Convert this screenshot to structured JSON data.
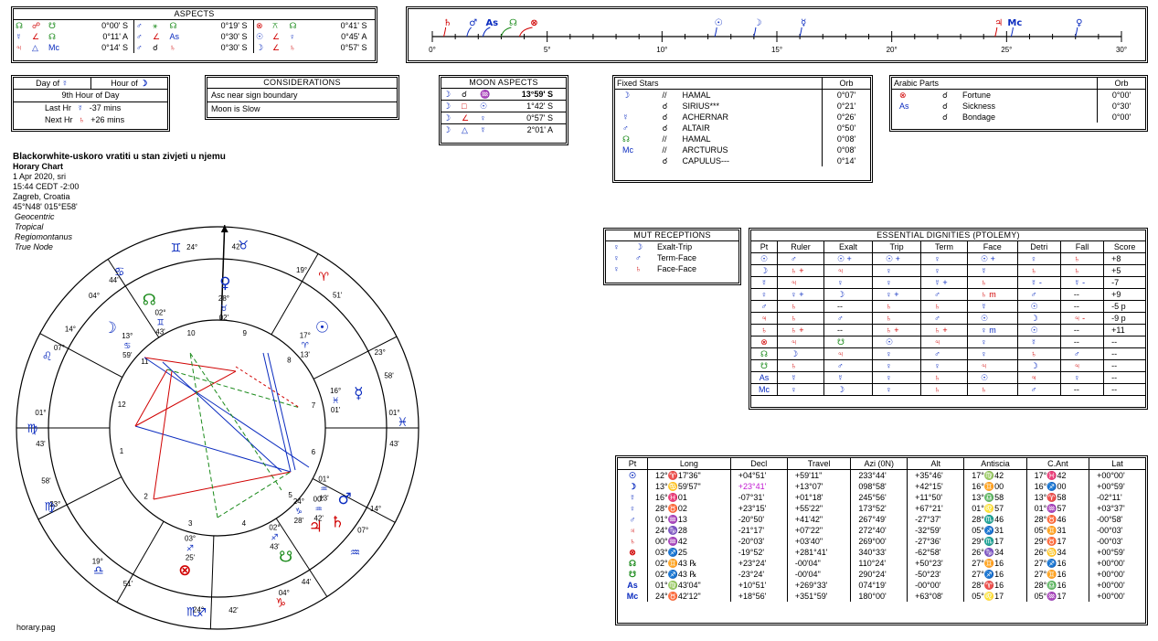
{
  "aspects": {
    "title": "ASPECTS",
    "cols": [
      [
        {
          "p1": "☊",
          "p1c": "g",
          "asp": "☍",
          "ac": "r",
          "p2": "☋",
          "p2c": "g",
          "val": "0°00' S"
        },
        {
          "p1": "☿",
          "p1c": "b",
          "asp": "∠",
          "ac": "r",
          "p2": "☊",
          "p2c": "g",
          "val": "0°11' A"
        },
        {
          "p1": "♃",
          "p1c": "r",
          "asp": "△",
          "ac": "b",
          "p2": "Mc",
          "p2c": "b",
          "val": "0°14' S"
        }
      ],
      [
        {
          "p1": "♂",
          "p1c": "b",
          "asp": "⚹",
          "ac": "g",
          "p2": "☊",
          "p2c": "g",
          "val": "0°19' S"
        },
        {
          "p1": "♂",
          "p1c": "b",
          "asp": "∠",
          "ac": "r",
          "p2": "As",
          "p2c": "b",
          "val": "0°30' S"
        },
        {
          "p1": "♂",
          "p1c": "b",
          "asp": "☌",
          "ac": "k",
          "p2": "♄",
          "p2c": "r",
          "val": "0°30' S"
        }
      ],
      [
        {
          "p1": "⊗",
          "p1c": "r",
          "asp": "⚻",
          "ac": "g",
          "p2": "☊",
          "p2c": "g",
          "val": "0°41' S"
        },
        {
          "p1": "☉",
          "p1c": "b",
          "asp": "∠",
          "ac": "r",
          "p2": "♀",
          "p2c": "b",
          "val": "0°45' A"
        },
        {
          "p1": "☽",
          "p1c": "b",
          "asp": "∠",
          "ac": "r",
          "p2": "♄",
          "p2c": "r",
          "val": "0°57' S"
        }
      ]
    ]
  },
  "timeline": {
    "ticks": [
      "0°",
      "5°",
      "10°",
      "15°",
      "20°",
      "25°",
      "30°"
    ],
    "markers": [
      {
        "g": "♄",
        "c": "r",
        "deg": 0.5
      },
      {
        "g": "♂",
        "c": "b",
        "deg": 1.5
      },
      {
        "g": "As",
        "c": "b",
        "deg": 2.2
      },
      {
        "g": "☊",
        "c": "g",
        "deg": 3.0
      },
      {
        "g": "⊗",
        "c": "r",
        "deg": 3.8
      },
      {
        "g": "☉",
        "c": "b",
        "deg": 12.3
      },
      {
        "g": "☽",
        "c": "b",
        "deg": 14.0
      },
      {
        "g": "☿",
        "c": "b",
        "deg": 16.0
      },
      {
        "g": "♃",
        "c": "r",
        "deg": 24.5
      },
      {
        "g": "Mc",
        "c": "b",
        "deg": 25.2
      },
      {
        "g": "♀",
        "c": "b",
        "deg": 28.0
      }
    ]
  },
  "dayhour": {
    "day_label": "Day of",
    "day_planet": "☿",
    "hour_label": "Hour of",
    "hour_planet": "☽",
    "hour_text": "9th Hour of Day",
    "last_label": "Last Hr",
    "last_planet": "☿",
    "last_val": "-37 mins",
    "next_label": "Next Hr",
    "next_planet": "♄",
    "next_val": "+26 mins"
  },
  "considerations": {
    "title": "CONSIDERATIONS",
    "items": [
      "Asc near sign boundary",
      "Moon is Slow"
    ]
  },
  "moon_aspects": {
    "title": "MOON ASPECTS",
    "rows": [
      {
        "p1": "☽",
        "asp": "☌",
        "ac": "k",
        "p2": "♒",
        "p2c": "b",
        "val": "13°59' S",
        "bold": true
      },
      {
        "p1": "☽",
        "asp": "□",
        "ac": "r",
        "p2": "☉",
        "p2c": "b",
        "val": "1°42' S"
      },
      {
        "p1": "☽",
        "asp": "∠",
        "ac": "r",
        "p2": "♀",
        "p2c": "b",
        "val": "0°57' S"
      },
      {
        "p1": "☽",
        "asp": "△",
        "ac": "b",
        "p2": "☿",
        "p2c": "b",
        "val": "2°01' A"
      }
    ]
  },
  "fixed_stars": {
    "title": "Fixed Stars",
    "orb_label": "Orb",
    "rows": [
      {
        "p": "☽",
        "pc": "b",
        "asp": "//",
        "name": "HAMAL",
        "orb": "0°07'"
      },
      {
        "p": "",
        "pc": "b",
        "asp": "☌",
        "name": "SIRIUS***",
        "orb": "0°21'"
      },
      {
        "p": "☿",
        "pc": "b",
        "asp": "☌",
        "name": "ACHERNAR",
        "orb": "0°26'"
      },
      {
        "p": "♂",
        "pc": "b",
        "asp": "☌",
        "name": "ALTAIR",
        "orb": "0°50'"
      },
      {
        "p": "☊",
        "pc": "g",
        "asp": "//",
        "name": "HAMAL",
        "orb": "0°08'"
      },
      {
        "p": "Mc",
        "pc": "b",
        "asp": "//",
        "name": "ARCTURUS",
        "orb": "0°08'"
      },
      {
        "p": "",
        "pc": "b",
        "asp": "☌",
        "name": "CAPULUS---",
        "orb": "0°14'"
      }
    ]
  },
  "arabic_parts": {
    "title": "Arabic Parts",
    "orb_label": "Orb",
    "rows": [
      {
        "p": "⊗",
        "pc": "r",
        "asp": "☌",
        "name": "Fortune",
        "orb": "0°00'"
      },
      {
        "p": "As",
        "pc": "b",
        "asp": "☌",
        "name": "Sickness",
        "orb": "0°30'"
      },
      {
        "p": "",
        "pc": "b",
        "asp": "☌",
        "name": "Bondage",
        "orb": "0°00'"
      }
    ]
  },
  "chart_info": {
    "title": "Blackorwhite-uskoro vratiti u stan zivjeti u njemu",
    "subtitle": "Horary Chart",
    "date": "1 Apr 2020, sri",
    "time": "15:44  CEDT -2:00",
    "place": "Zagreb, Croatia",
    "coords": "45°N48' 015°E58'",
    "opts": [
      "Geocentric",
      "Tropical",
      "Regiomontanus",
      "True Node"
    ]
  },
  "mut_receptions": {
    "title": "MUT RECEPTIONS",
    "rows": [
      {
        "p1": "♀",
        "p2": "☽",
        "p2c": "b",
        "label": "Exalt-Trip"
      },
      {
        "p1": "♀",
        "p2": "♂",
        "p2c": "b",
        "label": "Term-Face"
      },
      {
        "p1": "♀",
        "p2": "♄",
        "p2c": "r",
        "label": "Face-Face"
      }
    ]
  },
  "dignities": {
    "title": "ESSENTIAL DIGNITIES (PTOLEMY)",
    "headers": [
      "Pt",
      "Ruler",
      "Exalt",
      "Trip",
      "Term",
      "Face",
      "Detri",
      "Fall",
      "Score"
    ],
    "rows": [
      [
        [
          "☉",
          "b"
        ],
        [
          "♂",
          "b"
        ],
        [
          "☉ +",
          "b"
        ],
        [
          "☉ +",
          "b"
        ],
        [
          "♀",
          "b"
        ],
        [
          "☉ +",
          "b"
        ],
        [
          "♀",
          "b"
        ],
        [
          "♄",
          "r"
        ],
        [
          "+8",
          "k"
        ]
      ],
      [
        [
          "☽",
          "b"
        ],
        [
          "♄ +",
          "r"
        ],
        [
          "♃",
          "r"
        ],
        [
          "♀",
          "b"
        ],
        [
          "♀",
          "b"
        ],
        [
          "☿",
          "b"
        ],
        [
          "♄",
          "r"
        ],
        [
          "♄",
          "r"
        ],
        [
          "+5",
          "k"
        ]
      ],
      [
        [
          "☿",
          "b"
        ],
        [
          "♃",
          "r"
        ],
        [
          "♀",
          "b"
        ],
        [
          "♀",
          "b"
        ],
        [
          "☿ +",
          "b"
        ],
        [
          "♄",
          "r"
        ],
        [
          "☿ -",
          "b"
        ],
        [
          "☿ -",
          "b"
        ],
        [
          "-7",
          "k"
        ]
      ],
      [
        [
          "♀",
          "b"
        ],
        [
          "♀ +",
          "b"
        ],
        [
          "☽",
          "b"
        ],
        [
          "♀ +",
          "b"
        ],
        [
          "♂",
          "b"
        ],
        [
          "♄ m",
          "r"
        ],
        [
          "♂",
          "b"
        ],
        [
          "--",
          "k"
        ],
        [
          "+9",
          "k"
        ]
      ],
      [
        [
          "♂",
          "b"
        ],
        [
          "♄",
          "r"
        ],
        [
          "--",
          "k"
        ],
        [
          "♄",
          "r"
        ],
        [
          "♄",
          "r"
        ],
        [
          "☿",
          "b"
        ],
        [
          "☉",
          "b"
        ],
        [
          "--",
          "k"
        ],
        [
          "-5 p",
          "k"
        ]
      ],
      [
        [
          "♃",
          "r"
        ],
        [
          "♄",
          "r"
        ],
        [
          "♂",
          "b"
        ],
        [
          "♄",
          "r"
        ],
        [
          "♂",
          "b"
        ],
        [
          "☉",
          "b"
        ],
        [
          "☽",
          "b"
        ],
        [
          "♃ -",
          "r"
        ],
        [
          "-9 p",
          "k"
        ]
      ],
      [
        [
          "♄",
          "r"
        ],
        [
          "♄ +",
          "r"
        ],
        [
          "--",
          "k"
        ],
        [
          "♄ +",
          "r"
        ],
        [
          "♄ +",
          "r"
        ],
        [
          "♀ m",
          "b"
        ],
        [
          "☉",
          "b"
        ],
        [
          "--",
          "k"
        ],
        [
          "+11",
          "k"
        ]
      ],
      [
        [
          "⊗",
          "r"
        ],
        [
          "♃",
          "r"
        ],
        [
          "☋",
          "g"
        ],
        [
          "☉",
          "b"
        ],
        [
          "♃",
          "r"
        ],
        [
          "♀",
          "b"
        ],
        [
          "☿",
          "b"
        ],
        [
          "--",
          "k"
        ],
        [
          "--",
          "k"
        ]
      ],
      [
        [
          "☊",
          "g"
        ],
        [
          "☽",
          "b"
        ],
        [
          "♃",
          "r"
        ],
        [
          "♀",
          "b"
        ],
        [
          "♂",
          "b"
        ],
        [
          "♀",
          "b"
        ],
        [
          "♄",
          "r"
        ],
        [
          "♂",
          "b"
        ],
        [
          "--",
          "k"
        ]
      ],
      [
        [
          "☋",
          "g"
        ],
        [
          "♄",
          "r"
        ],
        [
          "♂",
          "b"
        ],
        [
          "♀",
          "b"
        ],
        [
          "♀",
          "b"
        ],
        [
          "♃",
          "r"
        ],
        [
          "☽",
          "b"
        ],
        [
          "♃",
          "r"
        ],
        [
          "--",
          "k"
        ]
      ],
      [
        [
          "As",
          "b"
        ],
        [
          "☿",
          "b"
        ],
        [
          "☿",
          "b"
        ],
        [
          "♀",
          "b"
        ],
        [
          "♄",
          "r"
        ],
        [
          "☉",
          "b"
        ],
        [
          "♃",
          "r"
        ],
        [
          "♀",
          "b"
        ],
        [
          "--",
          "k"
        ]
      ],
      [
        [
          "Mc",
          "b"
        ],
        [
          "♀",
          "b"
        ],
        [
          "☽",
          "b"
        ],
        [
          "♀",
          "b"
        ],
        [
          "♄",
          "r"
        ],
        [
          "♄",
          "r"
        ],
        [
          "♂",
          "b"
        ],
        [
          "--",
          "k"
        ],
        [
          "--",
          "k"
        ]
      ]
    ]
  },
  "positions": {
    "headers": [
      "Pt",
      "Long",
      "Decl",
      "Travel",
      "Azi (0N)",
      "Alt",
      "Antiscia",
      "C.Ant",
      "Lat"
    ],
    "rows": [
      {
        "pt": "☉",
        "pc": "b",
        "long": "12°♈17'36\"",
        "decl": "+04°51'",
        "travel": "+59'11\"",
        "azi": "233°44'",
        "alt": "+35°46'",
        "ant": "17°♍42",
        "cant": "17°♓42",
        "lat": "+00°00'"
      },
      {
        "pt": "☽",
        "pc": "b",
        "long": "13°♋59'57\"",
        "decl": "+23°41'",
        "declm": true,
        "travel": "+13°07'",
        "azi": "098°58'",
        "alt": "+42°15'",
        "ant": "16°♊00",
        "cant": "16°♐00",
        "lat": "+00°59'"
      },
      {
        "pt": "☿",
        "pc": "b",
        "long": "16°♓01",
        "decl": "-07°31'",
        "travel": "+01°18'",
        "azi": "245°56'",
        "alt": "+11°50'",
        "ant": "13°♎58",
        "cant": "13°♈58",
        "lat": "-02°11'"
      },
      {
        "pt": "♀",
        "pc": "b",
        "long": "28°♉02",
        "decl": "+23°15'",
        "travel": "+55'22\"",
        "azi": "173°52'",
        "alt": "+67°21'",
        "ant": "01°♌57",
        "cant": "01°♒57",
        "lat": "+03°37'"
      },
      {
        "pt": "♂",
        "pc": "b",
        "long": "01°♒13",
        "decl": "-20°50'",
        "travel": "+41'42\"",
        "azi": "267°49'",
        "alt": "-27°37'",
        "ant": "28°♏46",
        "cant": "28°♉46",
        "lat": "-00°58'"
      },
      {
        "pt": "♃",
        "pc": "r",
        "long": "24°♑28",
        "decl": "-21°17'",
        "travel": "+07'22\"",
        "azi": "272°40'",
        "alt": "-32°59'",
        "ant": "05°♐31",
        "cant": "05°♊31",
        "lat": "-00°03'"
      },
      {
        "pt": "♄",
        "pc": "r",
        "long": "00°♒42",
        "decl": "-20°03'",
        "travel": "+03'40\"",
        "azi": "269°00'",
        "alt": "-27°36'",
        "ant": "29°♏17",
        "cant": "29°♉17",
        "lat": "-00°03'"
      },
      {
        "pt": "⊗",
        "pc": "r",
        "long": "03°♐25",
        "decl": "-19°52'",
        "travel": "+281°41'",
        "azi": "340°33'",
        "alt": "-62°58'",
        "ant": "26°♑34",
        "cant": "26°♋34",
        "lat": "+00°59'"
      },
      {
        "pt": "☊",
        "pc": "g",
        "long": "02°♊43 ℞",
        "decl": "+23°24'",
        "travel": "-00'04\"",
        "azi": "110°24'",
        "alt": "+50°23'",
        "ant": "27°♊16",
        "cant": "27°♐16",
        "lat": "+00°00'"
      },
      {
        "pt": "☋",
        "pc": "g",
        "long": "02°♐43 ℞",
        "decl": "-23°24'",
        "travel": "-00'04\"",
        "azi": "290°24'",
        "alt": "-50°23'",
        "ant": "27°♐16",
        "cant": "27°♊16",
        "lat": "+00°00'"
      },
      {
        "pt": "As",
        "pc": "b",
        "long": "01°♍43'04\"",
        "decl": "+10°51'",
        "travel": "+269°33'",
        "azi": "074°19'",
        "alt": "-00°00'",
        "ant": "28°♈16",
        "cant": "28°♎16",
        "lat": "+00°00'"
      },
      {
        "pt": "Mc",
        "pc": "b",
        "long": "24°♉42'12\"",
        "decl": "+18°56'",
        "travel": "+351°59'",
        "azi": "180°00'",
        "alt": "+63°08'",
        "ant": "05°♌17",
        "cant": "05°♒17",
        "lat": "+00°00'"
      }
    ]
  },
  "wheel": {
    "houses": [
      "1",
      "2",
      "3",
      "4",
      "5",
      "6",
      "7",
      "8",
      "9",
      "10",
      "11",
      "12"
    ],
    "sign_labels": [
      {
        "t": "♊",
        "c": "b",
        "a": 103
      },
      {
        "t": "♉",
        "c": "b",
        "a": 82
      },
      {
        "t": "♈",
        "c": "r",
        "a": 55
      },
      {
        "t": "♓",
        "c": "b",
        "a": 2
      },
      {
        "t": "♒",
        "c": "b",
        "a": -42
      },
      {
        "t": "♑",
        "c": "r",
        "a": -70
      },
      {
        "t": "♐",
        "c": "b",
        "a": -95
      },
      {
        "t": "♏",
        "c": "b",
        "a": -98
      },
      {
        "t": "♎",
        "c": "b",
        "a": -130
      },
      {
        "t": "♍",
        "c": "b",
        "a": 180
      },
      {
        "t": "♍",
        "c": "b",
        "a": -155
      },
      {
        "t": "♌",
        "c": "b",
        "a": 157
      },
      {
        "t": "♋",
        "c": "b",
        "a": 122
      }
    ],
    "cusp_degs": [
      {
        "t": "24°",
        "a": 98,
        "r": 1.08
      },
      {
        "t": "42'",
        "a": 84,
        "r": 1.08
      },
      {
        "t": "44'",
        "a": 125,
        "r": 1.07
      },
      {
        "t": "04°",
        "a": 133,
        "r": 1.07
      },
      {
        "t": "19°",
        "a": 62,
        "r": 1.06
      },
      {
        "t": "51'",
        "a": 48,
        "r": 1.06
      },
      {
        "t": "23°",
        "a": 25,
        "r": 1.06
      },
      {
        "t": "58'",
        "a": 17,
        "r": 1.06
      },
      {
        "t": "01°",
        "a": 5,
        "r": 1.05
      },
      {
        "t": "43'",
        "a": -5,
        "r": 1.05
      },
      {
        "t": "14°",
        "a": -27,
        "r": 1.05
      },
      {
        "t": "07°",
        "a": -35,
        "r": 1.05
      },
      {
        "t": "44'",
        "a": -60,
        "r": 1.05
      },
      {
        "t": "04°",
        "a": -68,
        "r": 1.05
      },
      {
        "t": "42'",
        "a": -85,
        "r": 1.08
      },
      {
        "t": "24°",
        "a": -96,
        "r": 1.08
      },
      {
        "t": "51'",
        "a": -120,
        "r": 1.06
      },
      {
        "t": "19°",
        "a": -132,
        "r": 1.06
      },
      {
        "t": "58'",
        "a": -163,
        "r": 1.06
      },
      {
        "t": "23°",
        "a": -155,
        "r": 1.06
      },
      {
        "t": "43'",
        "a": -175,
        "r": 1.05
      },
      {
        "t": "01°",
        "a": 175,
        "r": 1.05
      },
      {
        "t": "07°",
        "a": 153,
        "r": 1.05
      },
      {
        "t": "14°",
        "a": 146,
        "r": 1.05
      }
    ],
    "planets": [
      {
        "g": "♀",
        "c": "b",
        "a": 87,
        "r": 0.86,
        "d1": "28°",
        "d2": "♉",
        "d3": "02'"
      },
      {
        "g": "☊",
        "c": "g",
        "a": 118,
        "r": 0.86,
        "d1": "02°",
        "d2": "♊",
        "d3": "43'"
      },
      {
        "g": "☽",
        "c": "b",
        "a": 137,
        "r": 0.87,
        "d1": "13°",
        "d2": "♋",
        "d3": "59'"
      },
      {
        "g": "☉",
        "c": "b",
        "a": 44,
        "r": 0.86,
        "d1": "17°",
        "d2": "♈",
        "d3": "13'"
      },
      {
        "g": "☿",
        "c": "b",
        "a": 14,
        "r": 0.86,
        "d1": "16°",
        "d2": "♓",
        "d3": "01'"
      },
      {
        "g": "♂",
        "c": "b",
        "a": -29,
        "r": 0.86,
        "d1": "01°",
        "d2": "♒",
        "d3": "13'"
      },
      {
        "g": "♃",
        "c": "r",
        "a": -45,
        "r": 0.82,
        "d1": "24°",
        "d2": "♑",
        "d3": "28'"
      },
      {
        "g": "♄",
        "c": "r",
        "a": -38,
        "r": 0.9,
        "d1": "00°",
        "d2": "♒",
        "d3": "42'"
      },
      {
        "g": "☋",
        "c": "g",
        "a": -62,
        "r": 0.86,
        "d1": "02°",
        "d2": "♐",
        "d3": "43'"
      },
      {
        "g": "⊗",
        "c": "r",
        "a": -103,
        "r": 0.86,
        "d1": "03°",
        "d2": "♐",
        "d3": "25'"
      }
    ],
    "mc_label": "24° ♉ 42'"
  },
  "footer": "horary.pag"
}
